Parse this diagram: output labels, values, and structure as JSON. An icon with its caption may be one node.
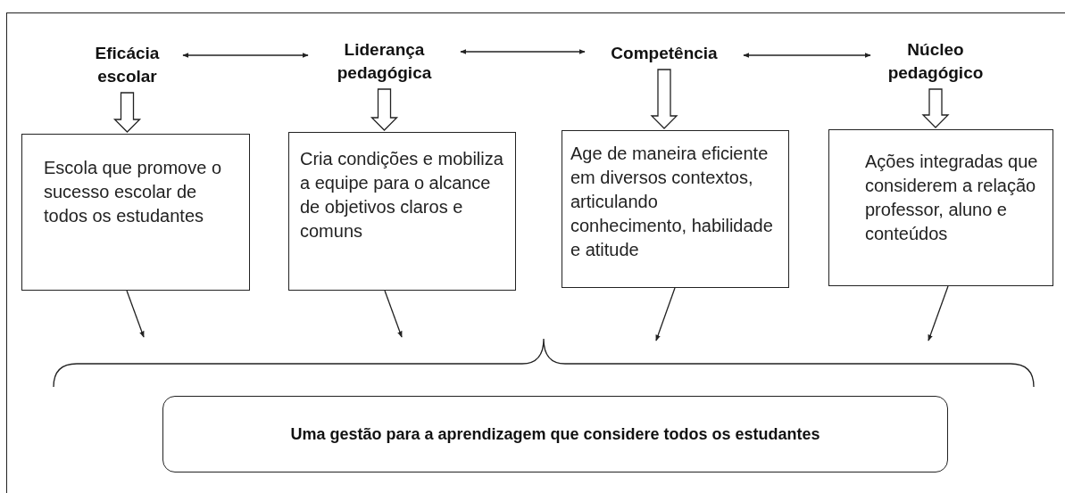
{
  "diagram": {
    "nodes": [
      {
        "text": [
          "Eficácia escolar"
        ]
      },
      {
        "text": [
          "Liderança pedagógica"
        ]
      },
      {
        "text": [
          "Competência"
        ]
      },
      {
        "text": [
          "Núcleo pedagógico"
        ]
      },
      {
        "text": [
          "Escola que promove o sucesso escolar de todos  os estudantes"
        ]
      },
      {
        "text": [
          "Cria condições e mobiliza a equipe para o alcance de objetivos claros e comuns"
        ]
      },
      {
        "text": [
          "Age de maneira eficiente em diversos contextos, articulando conhecimento, habilidade e atitude"
        ]
      },
      {
        "text": [
          "Ações integradas que considerem a relação professor, aluno e conteúdos"
        ]
      },
      {
        "text": [
          "Uma gestão para a aprendizagem que considere todos os estudantes"
        ]
      }
    ],
    "edges": [
      {
        "from": 0,
        "to": 1,
        "arrow": "both"
      },
      {
        "from": 1,
        "to": 2,
        "arrow": "both"
      },
      {
        "from": 2,
        "to": 3,
        "arrow": "both"
      },
      {
        "from": 0,
        "to": 4,
        "arrow": "to",
        "style": "thick"
      },
      {
        "from": 1,
        "to": 5,
        "arrow": "to",
        "style": "thick"
      },
      {
        "from": 2,
        "to": 6,
        "arrow": "to",
        "style": "thick"
      },
      {
        "from": 3,
        "to": 7,
        "arrow": "to",
        "style": "thick"
      },
      {
        "from": 4,
        "to": 8,
        "arrow": "to"
      },
      {
        "from": 5,
        "to": 8,
        "arrow": "to"
      },
      {
        "from": 6,
        "to": 8,
        "arrow": "to"
      },
      {
        "from": 7,
        "to": 8,
        "arrow": "to"
      }
    ]
  }
}
